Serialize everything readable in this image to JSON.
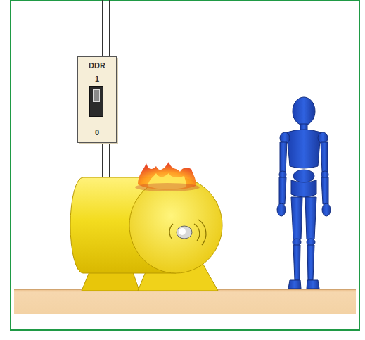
{
  "diagram": {
    "nodes": [
      {
        "text": [
          "DDR",
          "1",
          "0"
        ]
      }
    ]
  }
}
